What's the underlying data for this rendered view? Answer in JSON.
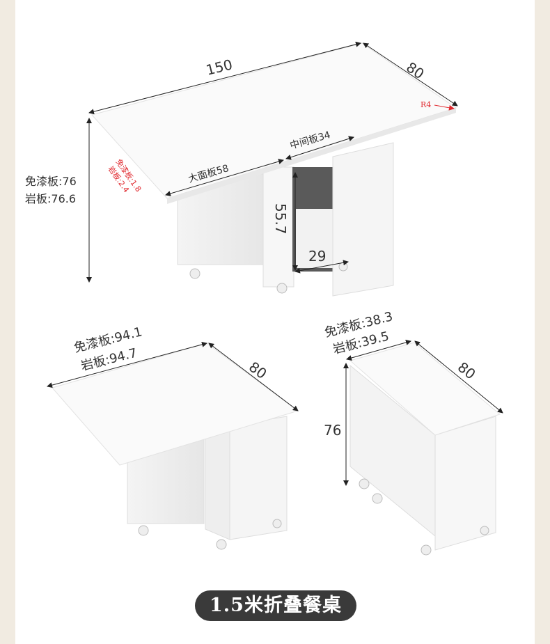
{
  "top_view": {
    "length": "150",
    "width": "80",
    "corner_radius": "R4",
    "height_label_1": "免漆板:76",
    "height_label_2": "岩板:76.6",
    "thickness_label_1": "免漆板:1.8",
    "thickness_label_2": "岩板:2.4",
    "big_panel": "大面板58",
    "middle_panel": "中间板34",
    "cabinet_height": "55.7",
    "cabinet_depth": "29"
  },
  "half_open_view": {
    "length_label_1": "免漆板:94.1",
    "length_label_2": "岩板:94.7",
    "width": "80"
  },
  "folded_view": {
    "length_label_1": "免漆板:38.3",
    "length_label_2": "岩板:39.5",
    "width": "80",
    "height": "76"
  },
  "title": "1.5米折叠餐桌",
  "colors": {
    "accent_red": "#e0282e",
    "pill_bg": "#3a3a3a",
    "background": "#f1ebe1"
  }
}
